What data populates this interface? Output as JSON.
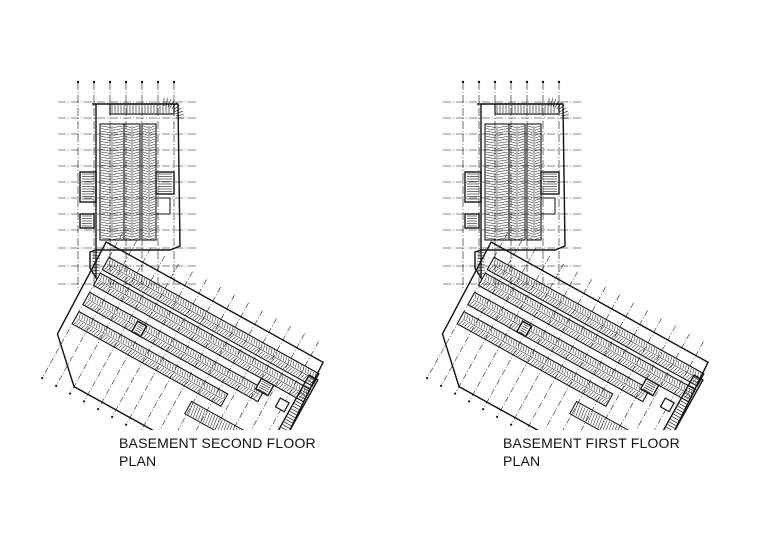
{
  "drawings": [
    {
      "id": "second",
      "title_line1": "BASEMENT SECOND FLOOR",
      "title_line2": "PLAN"
    },
    {
      "id": "first",
      "title_line1": "BASEMENT FIRST FLOOR",
      "title_line2": "PLAN"
    }
  ],
  "colors": {
    "ink": "#111111",
    "background": "#ffffff"
  }
}
